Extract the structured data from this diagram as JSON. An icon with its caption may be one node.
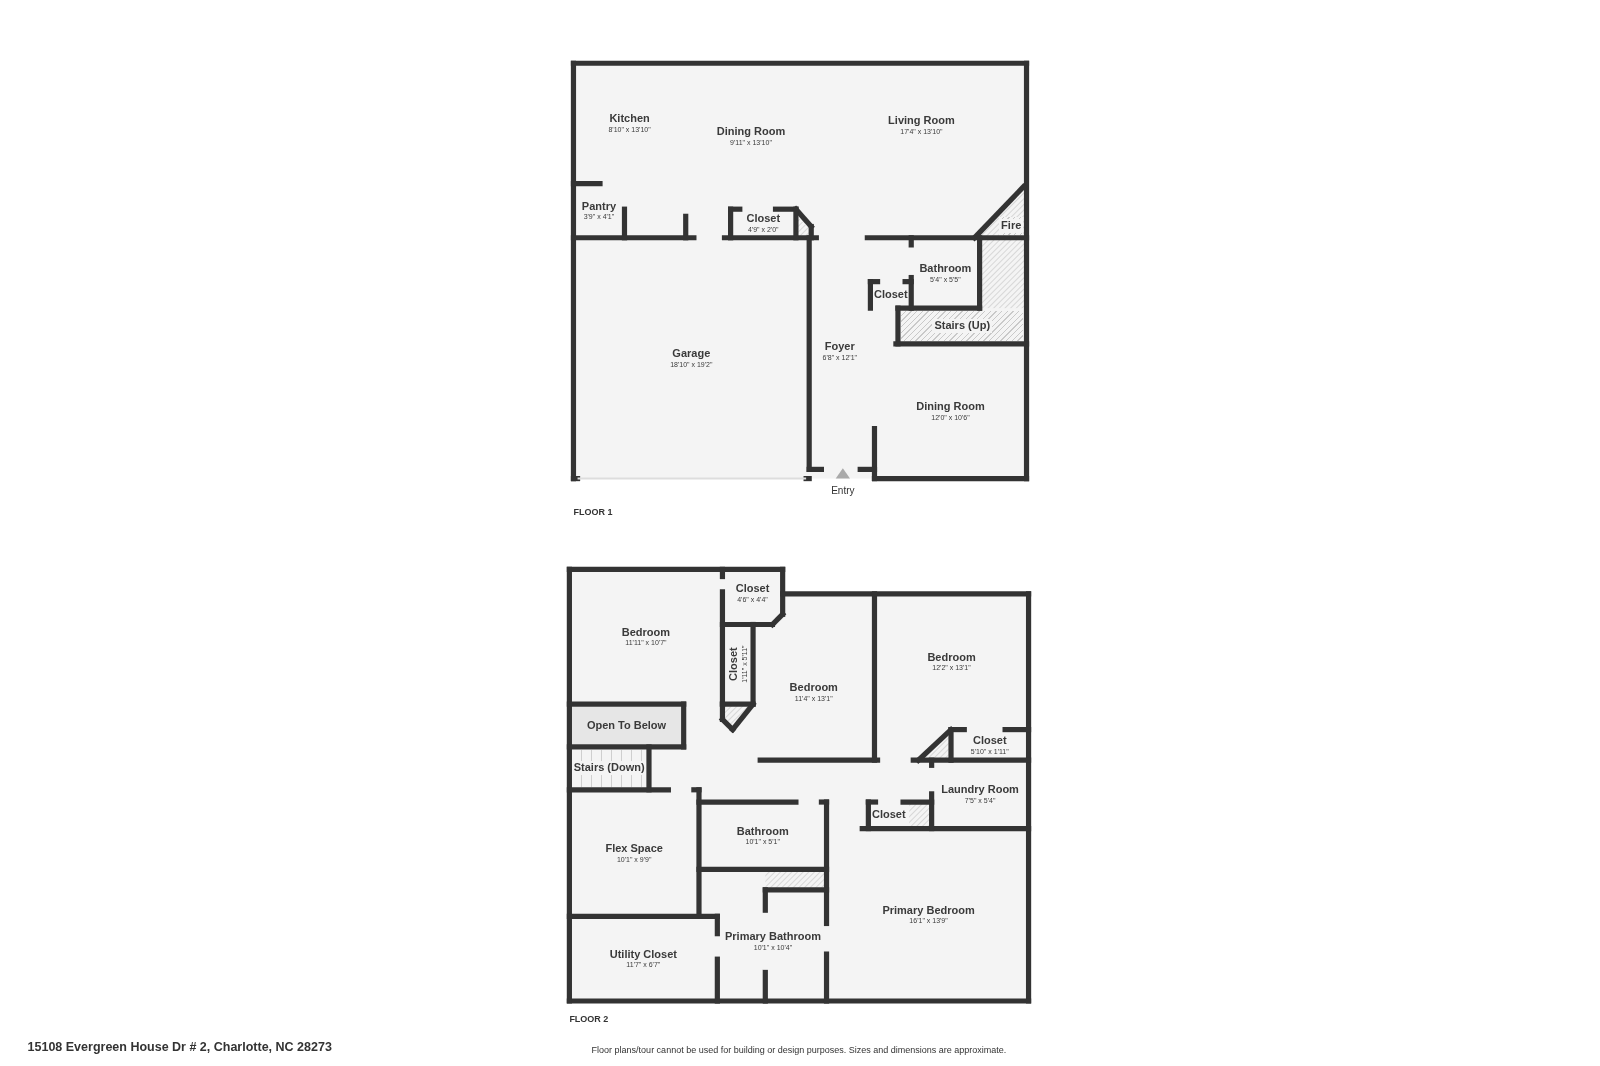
{
  "diagram": {
    "nodes": [
      {
        "text": [
          "Kitchen",
          "8'10\" x 13'10\""
        ]
      },
      {
        "text": [
          "Dining Room",
          "9'11\" x 13'10\""
        ]
      },
      {
        "text": [
          "Living Room",
          "17'4\" x 13'10\""
        ]
      },
      {
        "text": [
          "Pantry",
          "3'9\" x 4'1\""
        ]
      },
      {
        "text": [
          "Closet",
          "4'9\" x 2'0\""
        ]
      },
      {
        "text": [
          "Fire"
        ]
      },
      {
        "text": [
          "Bathroom",
          "5'4\" x 5'5\""
        ]
      },
      {
        "text": [
          "Closet"
        ]
      },
      {
        "text": [
          "Stairs (Up)"
        ]
      },
      {
        "text": [
          "Garage",
          "18'10\" x 19'2\""
        ]
      },
      {
        "text": [
          "Foyer",
          "6'8\" x 12'1\""
        ]
      },
      {
        "text": [
          "Dining Room",
          "12'0\" x 10'6\""
        ]
      },
      {
        "text": [
          "Bedroom",
          "11'11\" x 10'7\""
        ]
      },
      {
        "text": [
          "Closet",
          "4'6\" x 4'4\""
        ]
      },
      {
        "text": [
          "Closet",
          "1'11\" x 5'11\""
        ]
      },
      {
        "text": [
          "Bedroom",
          "11'4\" x 13'1\""
        ]
      },
      {
        "text": [
          "Bedroom",
          "12'2\" x 13'1\""
        ]
      },
      {
        "text": [
          "Open To Below"
        ]
      },
      {
        "text": [
          "Closet",
          "5'10\" x 1'11\""
        ]
      },
      {
        "text": [
          "Stairs (Down)"
        ]
      },
      {
        "text": [
          "Laundry Room",
          "7'5\" x 5'4\""
        ]
      },
      {
        "text": [
          "Closet"
        ]
      },
      {
        "text": [
          "Bathroom",
          "10'1\" x 5'1\""
        ]
      },
      {
        "text": [
          "Flex Space",
          "10'1\" x 9'9\""
        ]
      },
      {
        "text": [
          "Primary Bedroom",
          "16'1\" x 13'9\""
        ]
      },
      {
        "text": [
          "Primary Bathroom",
          "10'1\" x 10'4\""
        ]
      },
      {
        "text": [
          "Utility Closet",
          "11'7\" x 6'7\""
        ]
      }
    ],
    "labels": [
      "Entry",
      "FLOOR 1",
      "FLOOR 2",
      "15108 Evergreen House Dr # 2, Charlotte, NC 28273",
      "Floor plans/tour cannot be used for building or design purposes. Sizes and dimensions are approximate."
    ]
  }
}
